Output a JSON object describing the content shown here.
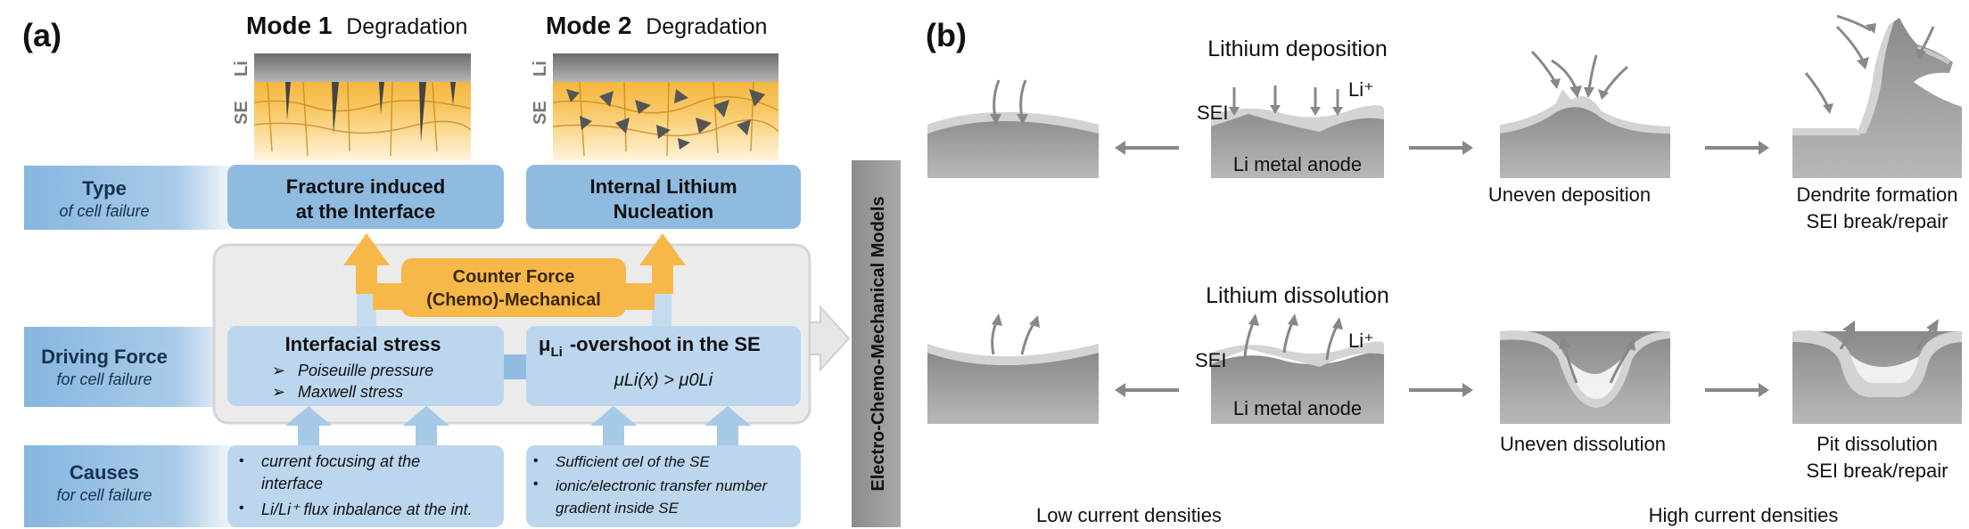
{
  "panel_a": {
    "label": "(a)",
    "mode1_title": "Mode 1",
    "mode1_suffix": "Degradation",
    "mode2_title": "Mode 2",
    "mode2_suffix": "Degradation",
    "layer_li": "Li",
    "layer_se": "SE",
    "rows": {
      "type": {
        "title": "Type",
        "subtitle": "of cell failure"
      },
      "driving": {
        "title": "Driving Force",
        "subtitle": "for cell failure"
      },
      "causes": {
        "title": "Causes",
        "subtitle": "for cell failure"
      }
    },
    "type_box1": [
      "Fracture induced",
      "at the Interface"
    ],
    "type_box2": [
      "Internal Lithium",
      "Nucleation"
    ],
    "counter_force": [
      "Counter Force",
      "(Chemo)-Mechanical"
    ],
    "driving_box1": {
      "title": "Interfacial stress",
      "bullets": [
        "Poiseuille pressure",
        "Maxwell stress"
      ]
    },
    "driving_box2": {
      "mu_symbol": "μ",
      "mu_sub": "Li",
      "title_rest": "-overshoot in the SE",
      "formula": "μLi(x) > μ0Li"
    },
    "causes_box1": [
      "current focusing at the",
      "interface",
      "Li/Li⁺ flux inbalance at the int."
    ],
    "causes_box2": [
      "Sufficient σel of the SE",
      "ionic/electronic transfer number",
      "gradient inside SE"
    ],
    "vertical_label": "Electro-Chemo-Mechanical Models"
  },
  "panel_b": {
    "label": "(b)",
    "deposition_title": "Lithium deposition",
    "dissolution_title": "Lithium dissolution",
    "sei": "SEI",
    "li_ion": "Li⁺",
    "anode": "Li metal anode",
    "uneven_deposition": "Uneven deposition",
    "dendrite": [
      "Dendrite formation",
      "SEI break/repair"
    ],
    "uneven_dissolution": "Uneven dissolution",
    "pit": [
      "Pit dissolution",
      "SEI break/repair"
    ],
    "low_current": "Low current densities",
    "high_current": "High current densities"
  },
  "colors": {
    "blue_box": "#8fbbe0",
    "blue_light": "#c5dcf0",
    "orange": "#f7b84a",
    "grey_panel": "#ededed",
    "grey_metal": "#9e9e9e",
    "sei_light": "#d3d3d3"
  }
}
